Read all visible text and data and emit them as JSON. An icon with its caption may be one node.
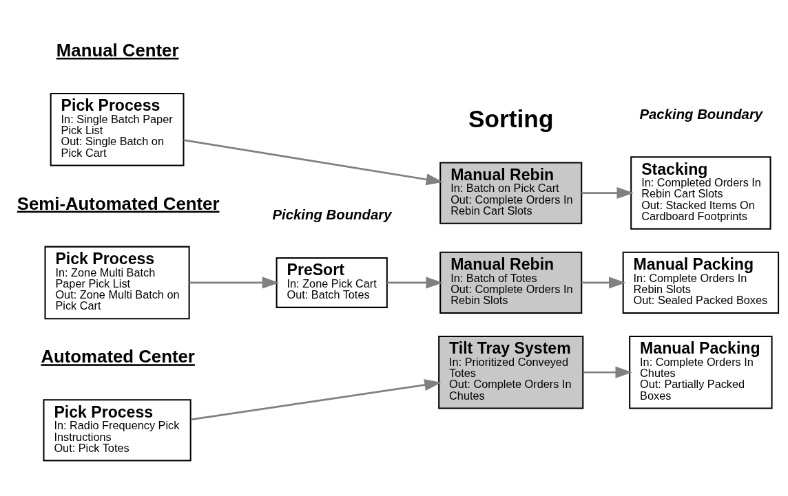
{
  "diagram": {
    "nodes": [
      {
        "text": [
          "Pick Process",
          "In: Single Batch Paper Pick List",
          "Out: Single Batch on Pick Cart"
        ]
      },
      {
        "text": [
          "Manual Rebin",
          "In: Batch on Pick Cart",
          "Out: Complete Orders In Rebin Cart Slots"
        ]
      },
      {
        "text": [
          "Stacking",
          "In: Completed Orders In Rebin Cart Slots",
          "Out: Stacked Items On Cardboard Footprints"
        ]
      },
      {
        "text": [
          "Pick Process",
          "In: Zone Multi Batch Paper Pick List",
          "Out: Zone Multi Batch on Pick Cart"
        ]
      },
      {
        "text": [
          "PreSort",
          "In: Zone Pick Cart",
          "Out: Batch Totes"
        ]
      },
      {
        "text": [
          "Manual Rebin",
          "In: Batch of Totes",
          "Out: Complete Orders In Rebin Slots"
        ]
      },
      {
        "text": [
          "Manual Packing",
          "In: Complete Orders In Rebin Slots",
          "Out: Sealed Packed Boxes"
        ]
      },
      {
        "text": [
          "Pick Process",
          "In: Radio Frequency Pick Instructions",
          "Out: Pick Totes"
        ]
      },
      {
        "text": [
          "Tilt Tray System",
          "In: Prioritized Conveyed Totes",
          "Out: Complete Orders In Chutes"
        ]
      },
      {
        "text": [
          "Manual Packing",
          "In: Complete Orders In Chutes",
          "Out: Partially Packed Boxes"
        ]
      }
    ],
    "edges": [
      {
        "from": 0,
        "to": 1,
        "arrow": "to"
      },
      {
        "from": 1,
        "to": 2,
        "arrow": "to"
      },
      {
        "from": 3,
        "to": 4,
        "arrow": "to"
      },
      {
        "from": 4,
        "to": 5,
        "arrow": "to"
      },
      {
        "from": 5,
        "to": 6,
        "arrow": "to"
      },
      {
        "from": 7,
        "to": 8,
        "arrow": "to"
      },
      {
        "from": 8,
        "to": 9,
        "arrow": "to"
      }
    ],
    "labels": [
      "Picking Boundary",
      "Sorting",
      "Packing Boundary",
      "Manual Center",
      "Semi-Automated Center",
      "Automated Center"
    ]
  }
}
